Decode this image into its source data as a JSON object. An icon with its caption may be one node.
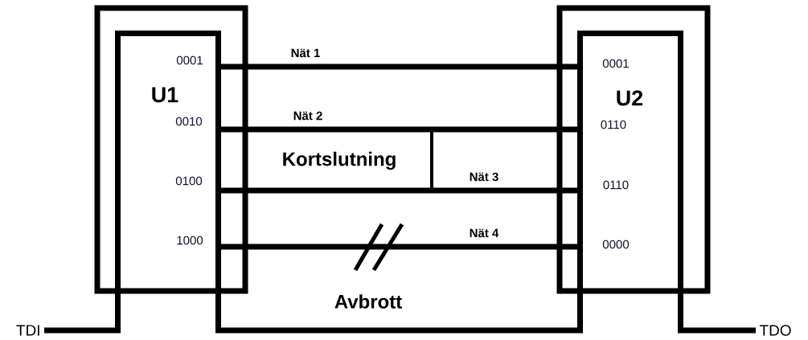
{
  "diagram": {
    "nodes": [
      {
        "text": [],
        "shape": "box"
      },
      {
        "text": [
          "U1"
        ],
        "in": 0
      },
      {
        "text": [],
        "shape": "box"
      },
      {
        "text": [
          "U2"
        ],
        "in": 2
      },
      {
        "text": [
          "TDI"
        ]
      },
      {
        "text": [
          "TDO"
        ]
      }
    ],
    "edges": [
      {
        "from": 4,
        "to": 1,
        "arrow": "none"
      },
      {
        "from": 1,
        "to": 3,
        "arrow": "none",
        "label": "Nät 1"
      },
      {
        "from": 1,
        "to": 3,
        "arrow": "none",
        "label": "Nät 2"
      },
      {
        "from": 1,
        "to": 3,
        "arrow": "none",
        "label": "Nät 3"
      },
      {
        "from": 1,
        "to": 3,
        "arrow": "none",
        "label": "Nät 4"
      },
      {
        "from": 1,
        "to": 3,
        "arrow": "none"
      },
      {
        "from": 3,
        "to": 5,
        "arrow": "none"
      }
    ],
    "labels": [
      "0001",
      "0001",
      "0010",
      "0110",
      "Kortslutning",
      "0100",
      "0110",
      "1000",
      "0000",
      "Avbrott"
    ]
  }
}
